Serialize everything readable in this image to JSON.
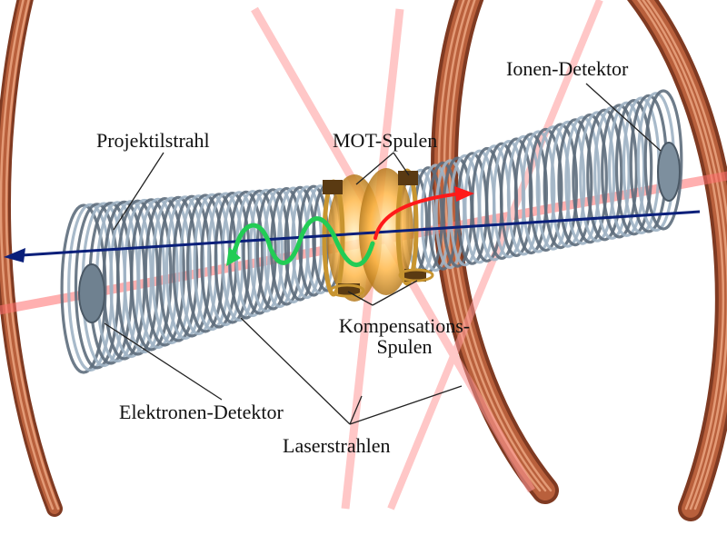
{
  "labels": {
    "ion_detector": "Ionen-Detektor",
    "projectile_beam": "Projektilstrahl",
    "mot_coils": "MOT-Spulen",
    "compensation_coils_line1": "Kompensations-",
    "compensation_coils_line2": "Spulen",
    "electron_detector": "Elektronen-Detektor",
    "laser_beams": "Laserstrahlen"
  },
  "colors": {
    "background": "#ffffff",
    "copper_coil": "#9a4a2c",
    "copper_highlight": "#d98c66",
    "spectrometer_rings": "#9fb2c4",
    "spectrometer_shadow": "#5d6d7c",
    "detector_disk": "#6f8190",
    "laser": "#ff7a7a",
    "projectile_beam": "#0a1f7a",
    "electron_trajectory": "#22cc55",
    "ion_trajectory": "#ff1a1a",
    "mot_coil_gold": "#d6a63a",
    "label_text": "#111111"
  },
  "icons": [
    "arrowhead-left-icon",
    "arrowhead-right-icon"
  ]
}
